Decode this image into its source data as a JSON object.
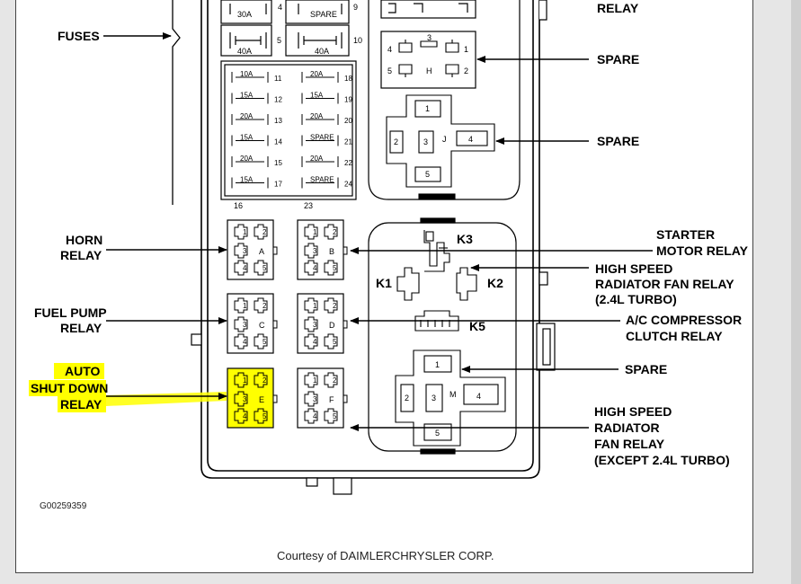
{
  "diagram": {
    "left_labels": {
      "fuses": "FUSES",
      "horn_relay": [
        "HORN",
        "RELAY"
      ],
      "fuel_pump_relay": [
        "FUEL PUMP",
        "RELAY"
      ],
      "asd_relay": [
        "AUTO",
        "SHUT DOWN",
        "RELAY"
      ]
    },
    "right_labels": {
      "relay_top": "RELAY",
      "spare_h": "SPARE",
      "spare_j": "SPARE",
      "starter": [
        "STARTER",
        "MOTOR RELAY"
      ],
      "hs_fan_turbo": [
        "HIGH SPEED",
        "RADIATOR FAN RELAY",
        "(2.4L TURBO)"
      ],
      "ac": [
        "A/C COMPRESSOR",
        "CLUTCH RELAY"
      ],
      "spare_m": "SPARE",
      "hs_fan_nonturbo": [
        "HIGH SPEED",
        "RADIATOR",
        "FAN RELAY",
        "(EXCEPT 2.4L TURBO)"
      ]
    },
    "top_fuses": [
      {
        "rating": "30A",
        "num": "4"
      },
      {
        "rating": "SPARE",
        "num": "9"
      },
      {
        "rating": "40A",
        "num": "5"
      },
      {
        "rating": "40A",
        "num": "10"
      }
    ],
    "mini_fuses_left": [
      {
        "rating": "10A",
        "num": "11"
      },
      {
        "rating": "15A",
        "num": "12"
      },
      {
        "rating": "20A",
        "num": "13"
      },
      {
        "rating": "15A",
        "num": "14"
      },
      {
        "rating": "20A",
        "num": "15"
      },
      {
        "rating": "15A",
        "num": "17"
      }
    ],
    "mini_fuses_right": [
      {
        "rating": "20A",
        "num": "18"
      },
      {
        "rating": "15A",
        "num": "19"
      },
      {
        "rating": "20A",
        "num": "20"
      },
      {
        "rating": "SPARE",
        "num": "21"
      },
      {
        "rating": "20A",
        "num": "22"
      },
      {
        "rating": "SPARE",
        "num": "24"
      }
    ],
    "mini_fuse_bottom_nums": [
      "16",
      "23"
    ],
    "relay_letters": [
      "A",
      "B",
      "C",
      "D",
      "E",
      "F"
    ],
    "relay_pins": [
      "1",
      "2",
      "3",
      "4",
      "5"
    ],
    "h_relay": {
      "letter": "H",
      "pins": [
        "3",
        "4",
        "1",
        "5",
        "2"
      ]
    },
    "j_relay": {
      "letter": "J",
      "pins": [
        "1",
        "2",
        "3",
        "4",
        "5"
      ]
    },
    "k_relays": [
      "K3",
      "K1",
      "K2",
      "K5"
    ],
    "m_relay": {
      "letter": "M",
      "pins": [
        "1",
        "2",
        "3",
        "4",
        "5"
      ]
    },
    "highlight_color": "#ffff00",
    "figure_code": "G00259359",
    "courtesy": "Courtesy of DAIMLERCHRYSLER CORP."
  }
}
